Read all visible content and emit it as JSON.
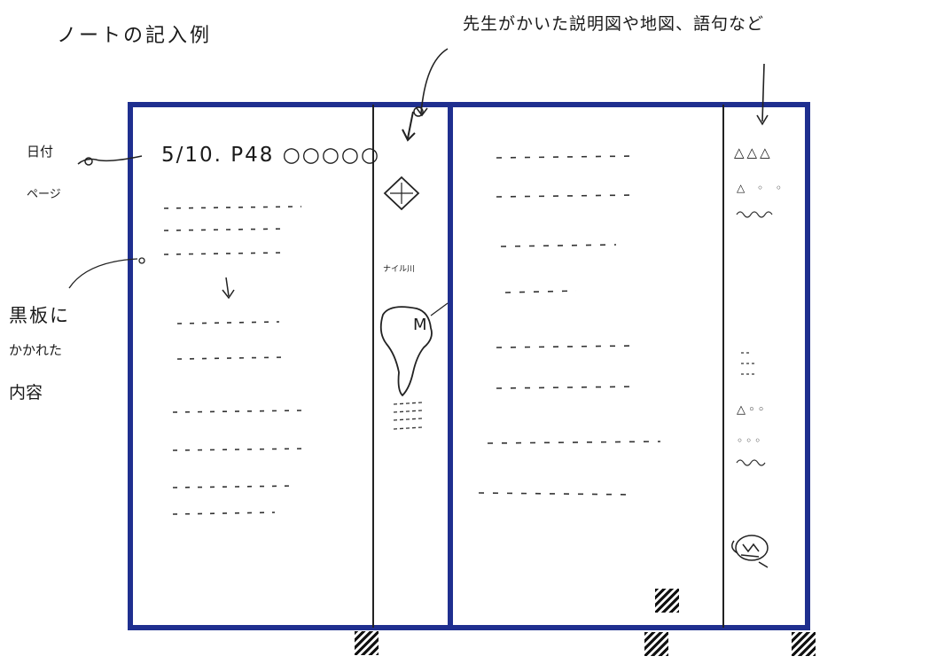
{
  "title": "ノートの記入例",
  "annotations": {
    "top_note": "先生がかいた説明図や地図、語句など",
    "date_label": "日付",
    "page_label": "ページ",
    "blackboard_line1": "黒板に",
    "blackboard_line2": "かかれた",
    "blackboard_line3": "内容"
  },
  "left_page": {
    "header": "5/10. P48 ○○○○○",
    "margin_label": "ナイル川",
    "map_letter": "M"
  },
  "right_margin": {
    "symbols": [
      "△△△",
      "△ ◦ ◦",
      "△◦◦",
      "◦◦◦"
    ]
  },
  "colors": {
    "notebook_border": "#1f2f8f",
    "ink": "#1a1a1a"
  }
}
